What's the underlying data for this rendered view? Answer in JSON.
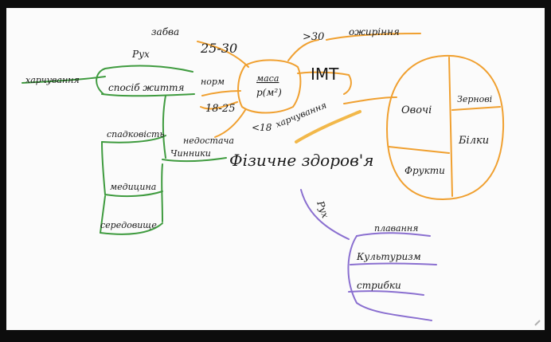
{
  "colors": {
    "frame": "#0d0d0d",
    "board": "#fbfbfb",
    "ink": "#1a1a1a",
    "orange": "#f0a030",
    "green": "#3f9b3f",
    "purple": "#8a6fd0",
    "highlight": "#f2b84a",
    "grey": "#b0b0b0"
  },
  "mindmap": {
    "center": "Фізичне здоров'я",
    "imt": {
      "title": "IMT",
      "formula_top": "маса",
      "formula_bottom": "р(м²)",
      "zabva": "забва",
      "r1": "25-30",
      "r2": ">30",
      "ozhyrinnia": "ожиріння",
      "norma": "норм",
      "r3": "18-25",
      "r4": "<18",
      "nedostacha": "недостача"
    },
    "harchuvannia": {
      "label": "харчування",
      "sectors": [
        "Овочі",
        "Зернові",
        "Білки",
        "Фрукти"
      ]
    },
    "left": {
      "harchuvannia": "харчування",
      "ruh": "Рух",
      "sposib": "спосіб життя",
      "spadkovist": "спадковість",
      "chynnyky": "Чинники",
      "medycyna": "медицина",
      "seredovyshche": "середовище"
    },
    "ruh_branch": {
      "label": "Рух",
      "items": [
        "плавання",
        "Культуризм",
        "стрибки"
      ]
    }
  }
}
